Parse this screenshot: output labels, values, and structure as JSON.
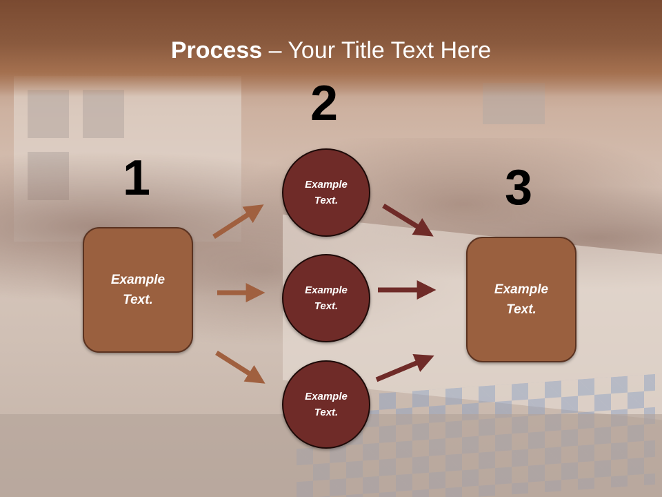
{
  "title": {
    "bold": "Process",
    "rest": " – Your Title Text Here"
  },
  "steps": [
    "1",
    "2",
    "3"
  ],
  "left_box": {
    "line1": "Example",
    "line2": "Text."
  },
  "right_box": {
    "line1": "Example",
    "line2": "Text."
  },
  "circles": [
    {
      "line1": "Example",
      "line2": "Text."
    },
    {
      "line1": "Example",
      "line2": "Text."
    },
    {
      "line1": "Example",
      "line2": "Text."
    }
  ],
  "colors": {
    "title_band": "#8a5a3e",
    "box": "#9a603f",
    "circle": "#6f2b28",
    "arrow_light": "#a0603f",
    "arrow_dark": "#6f2b28"
  }
}
